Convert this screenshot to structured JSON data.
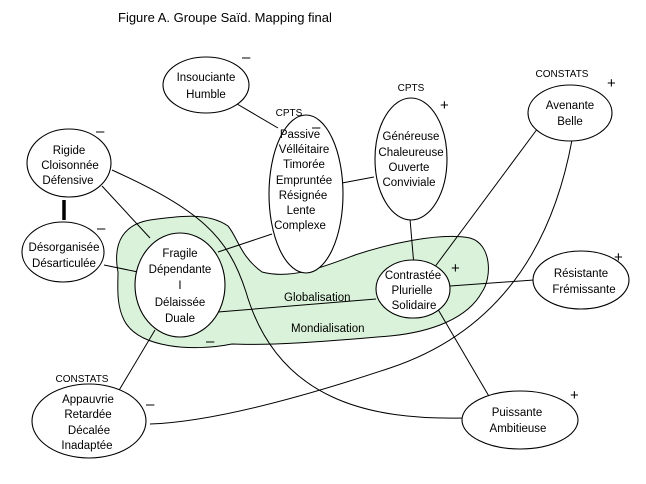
{
  "title": "Figure A. Groupe Saïd. Mapping final",
  "colors": {
    "region_fill": "#d9f2d9",
    "tag_color": "#118811",
    "line_color": "#000000"
  },
  "nodes": {
    "insouciante": {
      "lines": [
        "Insouciante",
        "Humble"
      ],
      "sign": "–"
    },
    "passive": {
      "tag": "CPTS",
      "lines": [
        "Passive",
        "Vélléitaire",
        "Timorée",
        "Empruntée",
        "Résignée",
        "Lente",
        "Complexe"
      ],
      "sign": "–"
    },
    "genereuse": {
      "tag": "CPTS",
      "lines": [
        "Généreuse",
        "Chaleureuse",
        "Ouverte",
        "Conviviale"
      ],
      "sign": "+"
    },
    "avenante": {
      "tag": "CONSTATS",
      "lines": [
        "Avenante",
        "Belle"
      ],
      "sign": "+"
    },
    "rigide": {
      "lines": [
        "Rigide",
        "Cloisonnée",
        "Défensive"
      ],
      "sign": "–"
    },
    "desorganisee": {
      "lines": [
        "Désorganisée",
        "Désarticulée"
      ],
      "sign": "–"
    },
    "fragile": {
      "lines": [
        "Fragile",
        "Dépendante",
        "I",
        "Délaissée",
        "Duale"
      ],
      "sign": "–"
    },
    "contrastee": {
      "lines": [
        "Contrastée",
        "Plurielle",
        "Solidaire"
      ],
      "sign": "+"
    },
    "resistante": {
      "lines": [
        "Résistante",
        "Frémissante"
      ],
      "sign": "+"
    },
    "appauvrie": {
      "tag": "CONSTATS",
      "lines": [
        "Appauvrie",
        "Retardée",
        "Décalée",
        "Inadaptée"
      ],
      "sign": "–"
    },
    "puissante": {
      "lines": [
        "Puissante",
        "Ambitieuse"
      ],
      "sign": "+"
    }
  },
  "edge_labels": {
    "globalisation": "Globalisation",
    "mondialisation": "Mondialisation"
  }
}
